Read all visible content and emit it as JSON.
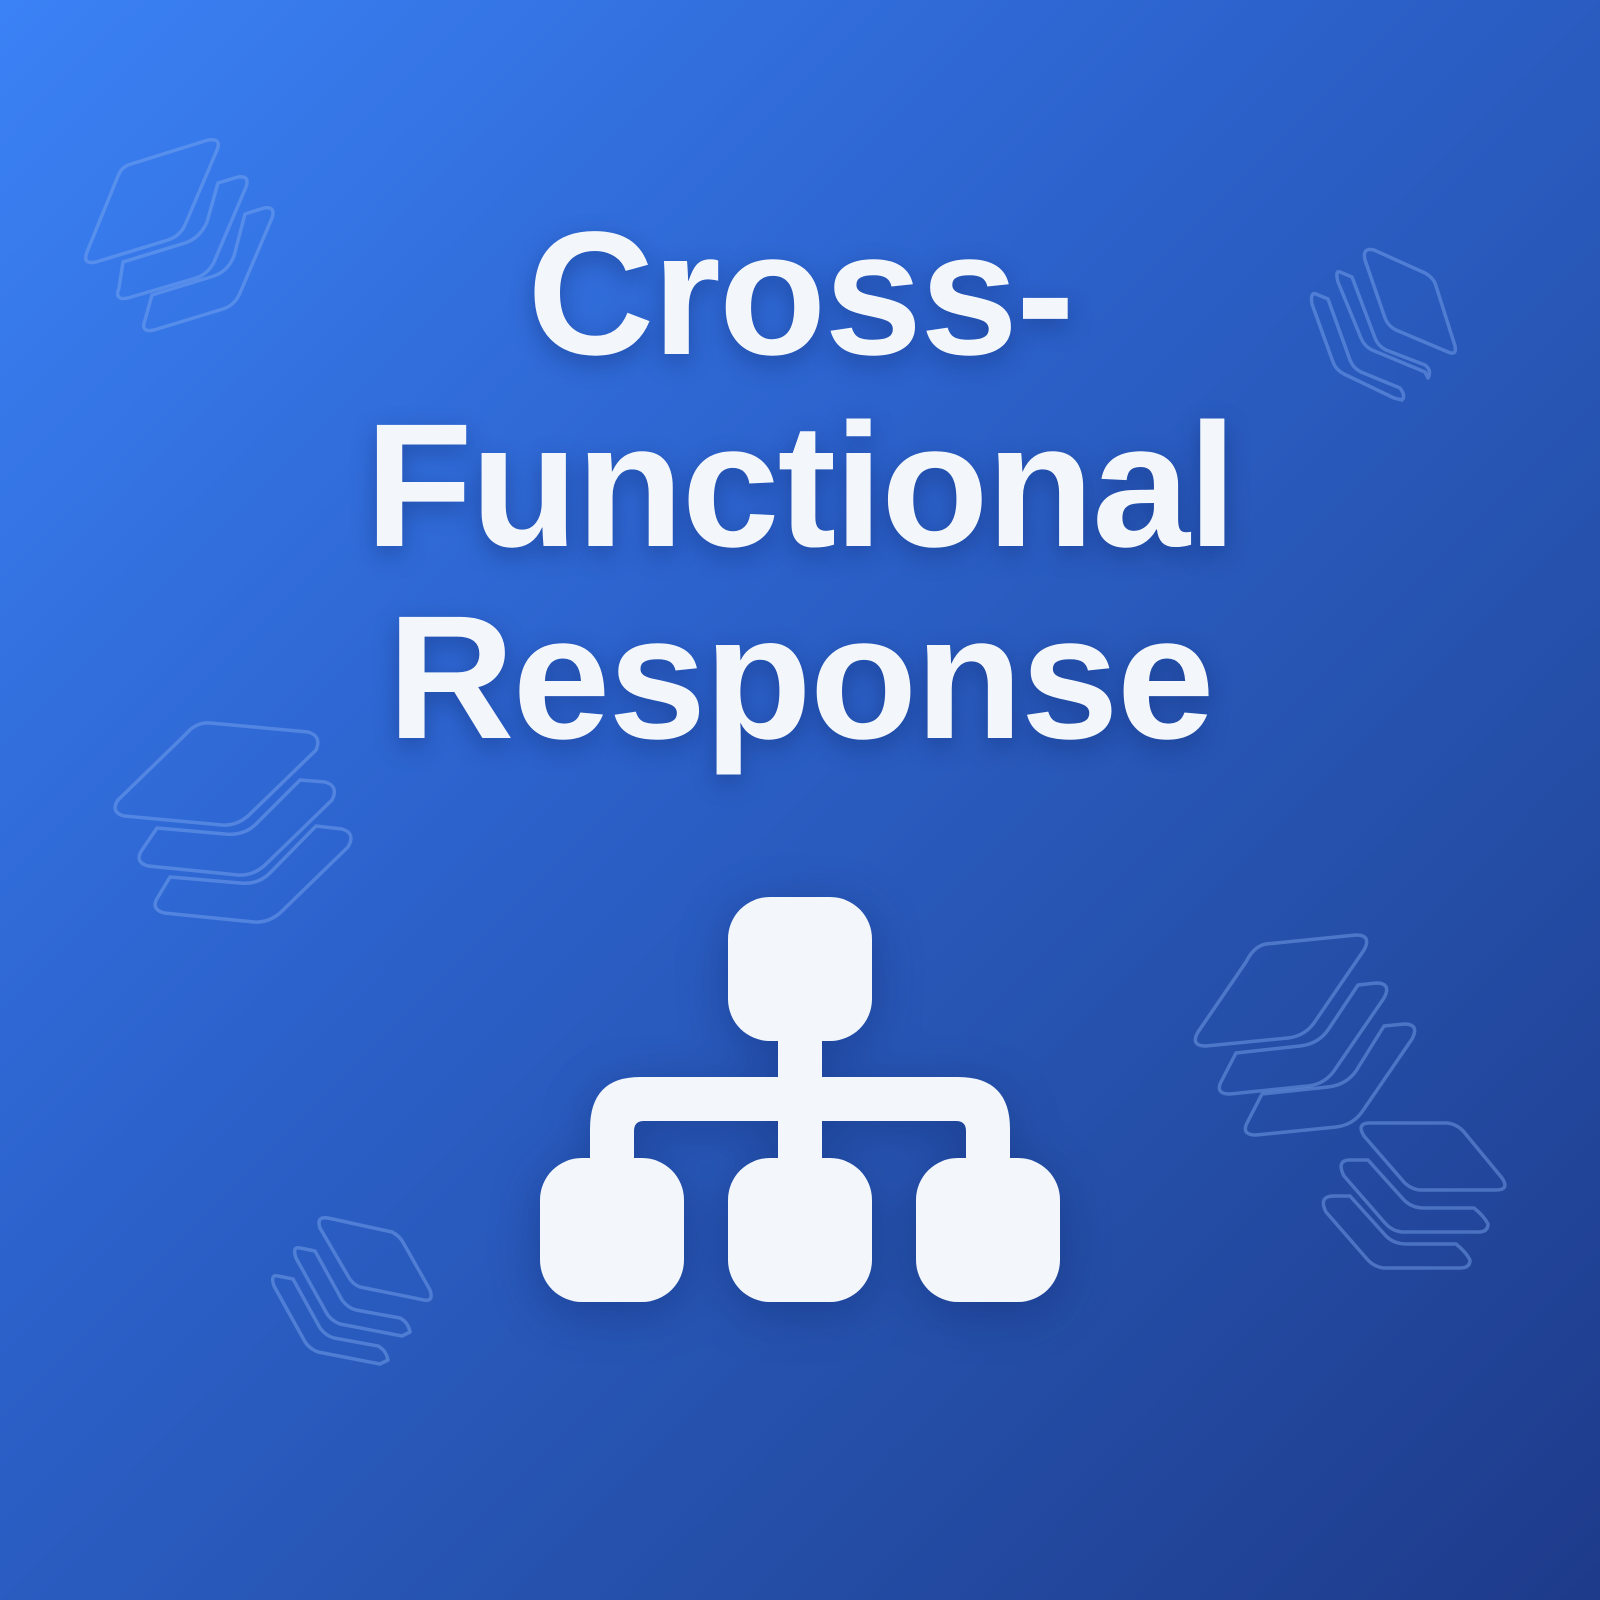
{
  "title": {
    "lines": [
      "Cross-",
      "Functional",
      "Response"
    ]
  },
  "main_icon": "org-hierarchy-icon",
  "decorative_icons": [
    "layers-icon",
    "layers-icon",
    "layers-icon",
    "layers-icon",
    "layers-icon",
    "layers-icon"
  ],
  "colors": {
    "gradient_start": "#3b82f6",
    "gradient_end": "#1e3a8a",
    "foreground": "#f3f7fc"
  }
}
